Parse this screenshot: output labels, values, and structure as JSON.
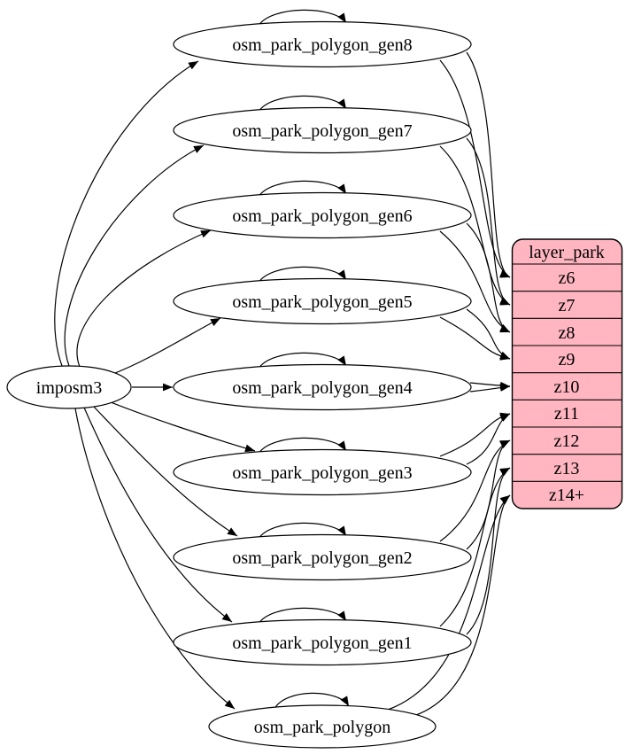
{
  "source": {
    "label": "imposm3"
  },
  "tables": [
    {
      "label": "osm_park_polygon_gen8",
      "zoom": "z6"
    },
    {
      "label": "osm_park_polygon_gen7",
      "zoom": "z7"
    },
    {
      "label": "osm_park_polygon_gen6",
      "zoom": "z8"
    },
    {
      "label": "osm_park_polygon_gen5",
      "zoom": "z9"
    },
    {
      "label": "osm_park_polygon_gen4",
      "zoom": "z10"
    },
    {
      "label": "osm_park_polygon_gen3",
      "zoom": "z11"
    },
    {
      "label": "osm_park_polygon_gen2",
      "zoom": "z12"
    },
    {
      "label": "osm_park_polygon_gen1",
      "zoom": "z13"
    },
    {
      "label": "osm_park_polygon",
      "zoom": "z14+"
    }
  ],
  "layer": {
    "title": "layer_park",
    "rows": [
      "z6",
      "z7",
      "z8",
      "z9",
      "z10",
      "z11",
      "z12",
      "z13",
      "z14+"
    ]
  },
  "edges": {
    "from_source": "imposm3 feeds every osm_park table",
    "self_loops": "each osm_park table updates itself",
    "to_layer": "each table renders one zoom row of layer_park"
  },
  "colors": {
    "table_fill": "#ffb6c1",
    "stroke": "#000000",
    "background": "#ffffff"
  }
}
